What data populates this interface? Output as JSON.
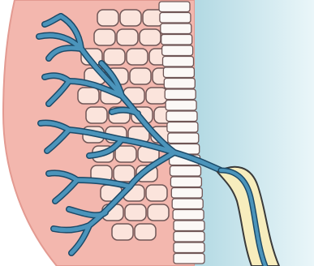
{
  "diagram": {
    "title": "",
    "labels": [],
    "colors": {
      "background": "#ffffff",
      "tissue": "#f3b7ae",
      "tissue_edge": "#e39a91",
      "cell_fill": "#fbe4dc",
      "cell_stroke": "#6f5656",
      "column_fill": "#fbf8f6",
      "lumen_light": "#eaf6f9",
      "lumen_dark": "#b2d9e3",
      "neuron": "#4b94bb",
      "neuron_outline": "#1c4a68",
      "sheath_fill": "#f7edbd",
      "sheath_stroke": "#3a3a3a"
    },
    "parts": [
      "outer-tissue",
      "cell-cluster",
      "cell-column",
      "lumen",
      "branched-neuron",
      "sheathed-nerve-fiber"
    ]
  }
}
